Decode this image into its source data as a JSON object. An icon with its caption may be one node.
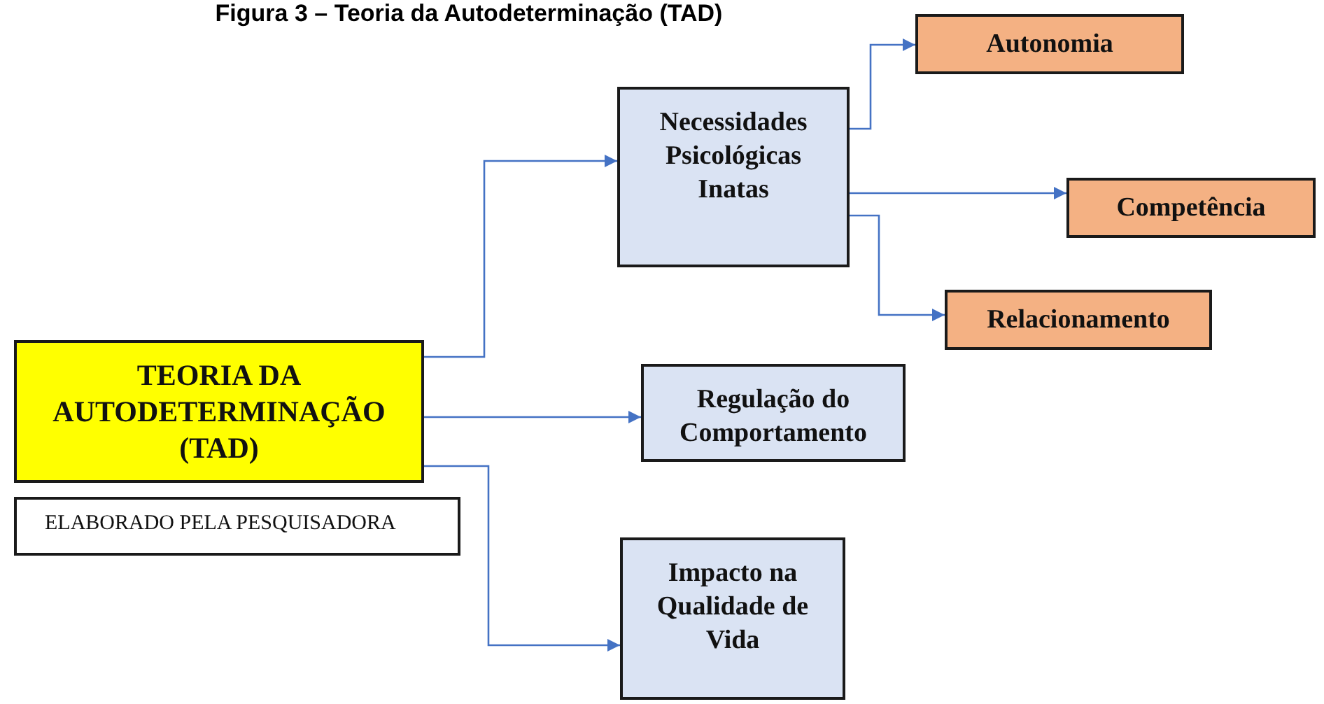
{
  "diagram": {
    "title": "Figura 3 – Teoria da Autodeterminação (TAD)",
    "nodes": [
      {
        "text": [
          "TEORIA DA AUTODETERMINAÇÃO (TAD)"
        ]
      },
      {
        "text": [
          "ELABORADO PELA PESQUISADORA"
        ]
      },
      {
        "text": [
          "Necessidades Psicológicas Inatas"
        ]
      },
      {
        "text": [
          "Autonomia"
        ]
      },
      {
        "text": [
          "Competência"
        ]
      },
      {
        "text": [
          "Relacionamento"
        ]
      },
      {
        "text": [
          "Regulação do Comportamento"
        ]
      },
      {
        "text": [
          "Impacto na Qualidade de Vida"
        ]
      }
    ],
    "edges": [
      {
        "from": 0,
        "to": 2,
        "arrow": "to"
      },
      {
        "from": 0,
        "to": 6,
        "arrow": "to"
      },
      {
        "from": 0,
        "to": 7,
        "arrow": "to"
      },
      {
        "from": 2,
        "to": 3,
        "arrow": "to"
      },
      {
        "from": 2,
        "to": 4,
        "arrow": "to"
      },
      {
        "from": 2,
        "to": 5,
        "arrow": "to"
      }
    ]
  }
}
